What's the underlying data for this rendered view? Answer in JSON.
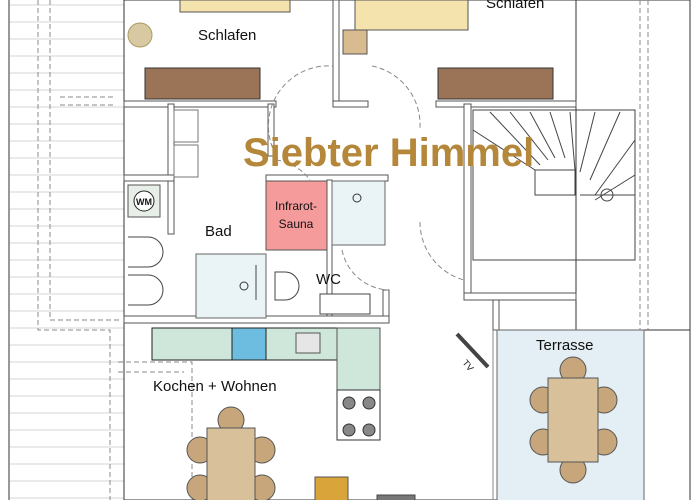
{
  "title": "Siebter Himmel",
  "rooms": {
    "schlafen_left": "Schlafen",
    "schlafen_right": "Schlafen",
    "bad": "Bad",
    "sauna_line1": "Infrarot-",
    "sauna_line2": "Sauna",
    "wc": "WC",
    "kochen": "Kochen + Wohnen",
    "terrasse": "Terrasse",
    "wm": "WM",
    "tv": "TV"
  },
  "colors": {
    "title": "#b5873a",
    "sauna": "#f59b9b",
    "terrace": "#e3eff4",
    "counter": "#cfe6da",
    "sink": "#6cbde0",
    "furniture": "#c6a67a",
    "table": "#d8c19a",
    "wardrobe": "#9b7356",
    "bed": "#f5e3ad",
    "sofa": "#d9a43a"
  }
}
